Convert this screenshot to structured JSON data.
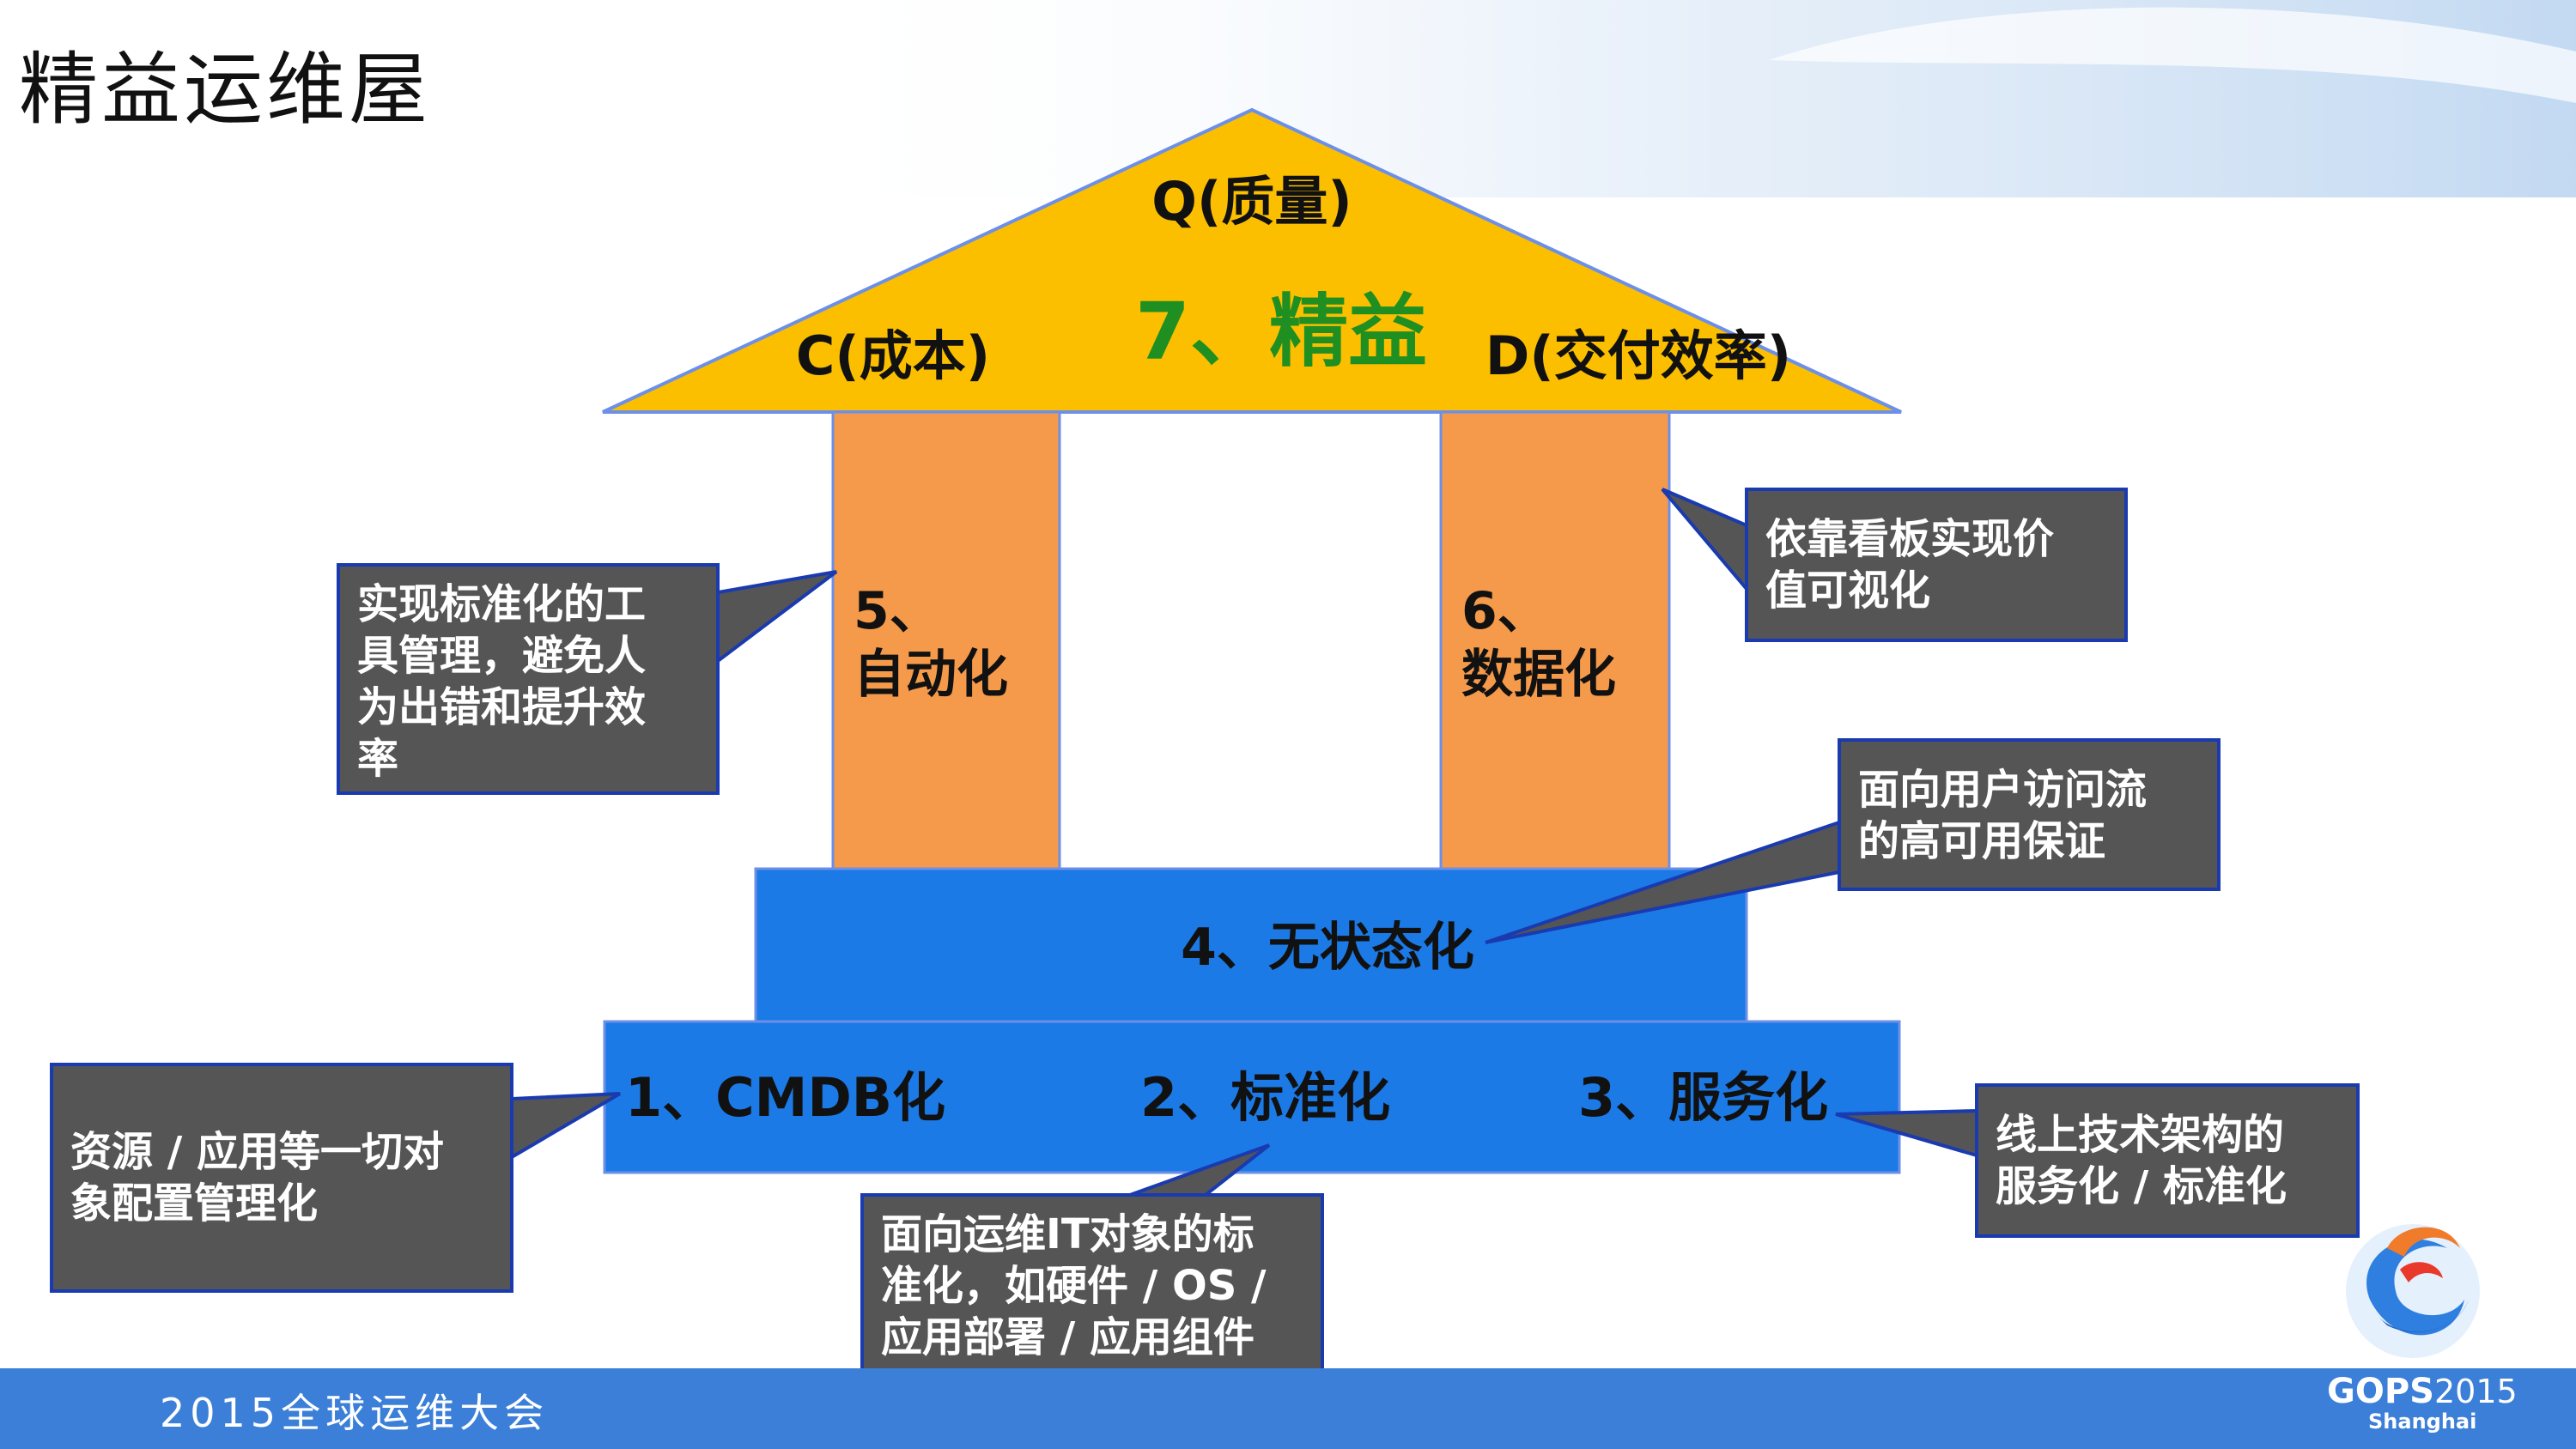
{
  "slide": {
    "title": "精益运维屋",
    "footer": "2015全球运维大会",
    "logo": {
      "word": "GOPS",
      "year": "2015",
      "city": "Shanghai"
    }
  },
  "house": {
    "roof": {
      "quality": "Q(质量)",
      "cost": "C(成本)",
      "delivery": "D(交付效率)",
      "center": "7、精益"
    },
    "pillar_left": {
      "line1": "5、",
      "line2": "自动化"
    },
    "pillar_right": {
      "line1": "6、",
      "line2": "数据化"
    },
    "middle_bar": "4、无状态化",
    "base_items": [
      "1、CMDB化",
      "2、标准化",
      "3、服务化"
    ]
  },
  "callouts": {
    "automation": [
      "实现标准化的工",
      "具管理，避免人",
      "为出错和提升效",
      "率"
    ],
    "dataization": [
      "依靠看板实现价",
      "值可视化"
    ],
    "stateless": [
      "面向用户访问流",
      "的高可用保证"
    ],
    "cmdb": [
      "资源 / 应用等一切对",
      "象配置管理化"
    ],
    "standard": [
      "面向运维IT对象的标",
      "准化，如硬件 / OS /",
      "应用部署 / 应用组件"
    ],
    "service": [
      "线上技术架构的",
      "服务化 / 标准化"
    ]
  },
  "colors": {
    "roof": "#fbbf00",
    "pillar": "#f59a4a",
    "base": "#1b7ae6",
    "callout": "#555555",
    "callout_border": "#1a3ab0",
    "green": "#1f8f22",
    "footer": "#3b7fd9"
  }
}
